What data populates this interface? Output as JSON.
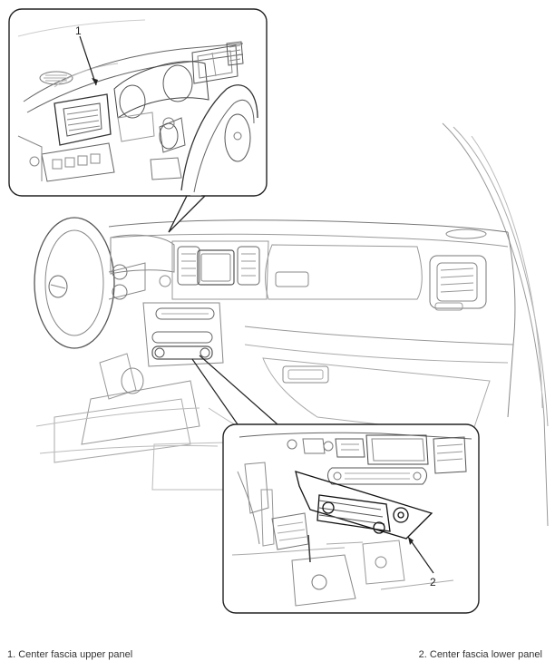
{
  "callouts": {
    "one": "1",
    "two": "2"
  },
  "captions": {
    "item1": "1. Center fascia upper panel",
    "item2": "2. Center fascia lower panel"
  },
  "colors": {
    "line": "#444444",
    "light_line": "#9a9a9a",
    "highlight": "#111111",
    "background": "#ffffff"
  }
}
